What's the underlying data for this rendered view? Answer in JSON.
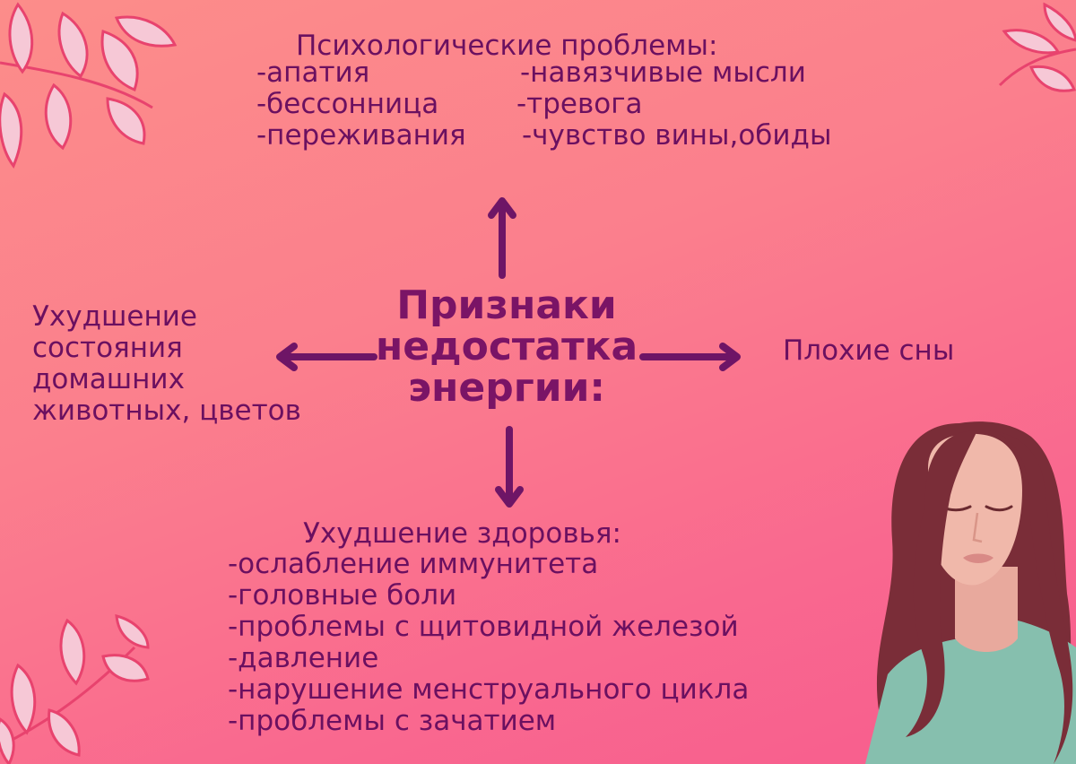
{
  "center": {
    "lines": [
      "Признаки",
      "недостатка",
      "энергии:"
    ]
  },
  "psychological": {
    "heading": "Психологические проблемы:",
    "left": [
      "-апатия",
      "-бессонница",
      "-переживания"
    ],
    "right": [
      "-навязчивые мысли",
      "-тревога",
      "-чувство вины,обиды"
    ]
  },
  "left_block": {
    "lines": [
      "Ухудшение",
      "состояния",
      "домашних",
      "животных, цветов"
    ]
  },
  "right_block": {
    "text": "Плохие сны"
  },
  "health": {
    "heading": "Ухудшение здоровья:",
    "items": [
      "-ослабление иммунитета",
      "-головные боли",
      "-проблемы с щитовидной железой",
      "-давление",
      "-нарушение менструального цикла",
      "-проблемы с зачатием"
    ]
  },
  "colors": {
    "text": "#6b1060",
    "arrow": "#6e1566",
    "leaf_fill": "#f6c8d6",
    "leaf_stroke": "#e8436e"
  }
}
